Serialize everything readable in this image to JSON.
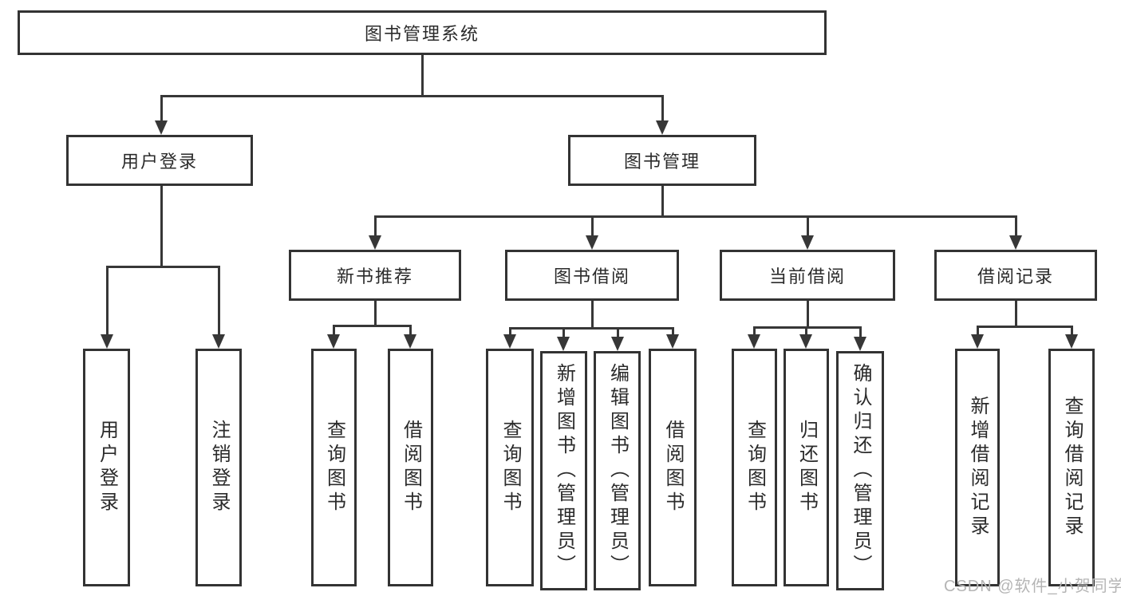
{
  "nodes": {
    "root": "图书管理系统",
    "user_login": "用户登录",
    "book_mgmt": "图书管理",
    "new_book_rec": "新书推荐",
    "book_borrow": "图书借阅",
    "current_borrow": "当前借阅",
    "borrow_records": "借阅记录",
    "leaves": {
      "user_login": [
        "用户登录",
        "注销登录"
      ],
      "new_book_rec": [
        "查询图书",
        "借阅图书"
      ],
      "book_borrow": [
        "查询图书",
        "新增图书（管理员）",
        "编辑图书（管理员）",
        "借阅图书"
      ],
      "current_borrow": [
        "查询图书",
        "归还图书",
        "确认归还（管理员）"
      ],
      "borrow_records": [
        "新增借阅记录",
        "查询借阅记录"
      ]
    }
  },
  "watermark": "CSDN @软件_小贺同学"
}
